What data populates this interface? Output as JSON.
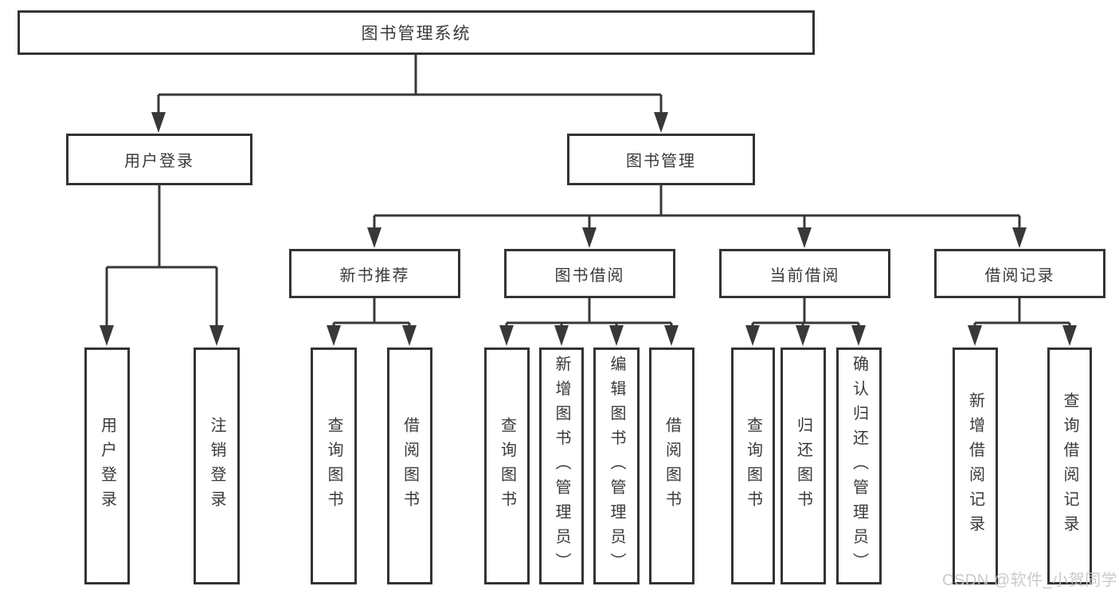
{
  "diagram": {
    "type": "hierarchy-tree",
    "title": "图书管理系统",
    "nodes": {
      "root": {
        "label": "图书管理系统"
      },
      "level2": [
        {
          "label": "用户登录"
        },
        {
          "label": "图书管理"
        }
      ],
      "level3": [
        {
          "label": "新书推荐",
          "parent": "图书管理"
        },
        {
          "label": "图书借阅",
          "parent": "图书管理"
        },
        {
          "label": "当前借阅",
          "parent": "图书管理"
        },
        {
          "label": "借阅记录",
          "parent": "图书管理"
        }
      ],
      "leaves": [
        {
          "label": "用户登录",
          "parent": "用户登录"
        },
        {
          "label": "注销登录",
          "parent": "用户登录"
        },
        {
          "label": "查询图书",
          "parent": "新书推荐"
        },
        {
          "label": "借阅图书",
          "parent": "新书推荐"
        },
        {
          "label": "查询图书",
          "parent": "图书借阅"
        },
        {
          "label": "新增图书（管理员）",
          "parent": "图书借阅"
        },
        {
          "label": "编辑图书（管理员）",
          "parent": "图书借阅"
        },
        {
          "label": "借阅图书",
          "parent": "图书借阅"
        },
        {
          "label": "查询图书",
          "parent": "当前借阅"
        },
        {
          "label": "归还图书",
          "parent": "当前借阅"
        },
        {
          "label": "确认归还（管理员）",
          "parent": "当前借阅"
        },
        {
          "label": "新增借阅记录",
          "parent": "借阅记录"
        },
        {
          "label": "查询借阅记录",
          "parent": "借阅记录"
        }
      ]
    },
    "watermark": "CSDN @软件_小贺同学",
    "colors": {
      "line": "#383838",
      "box_border": "#333333",
      "box_fill": "#ffffff",
      "text": "#3a3a3a",
      "background": "#ffffff",
      "watermark": "#c6c6c6"
    }
  }
}
